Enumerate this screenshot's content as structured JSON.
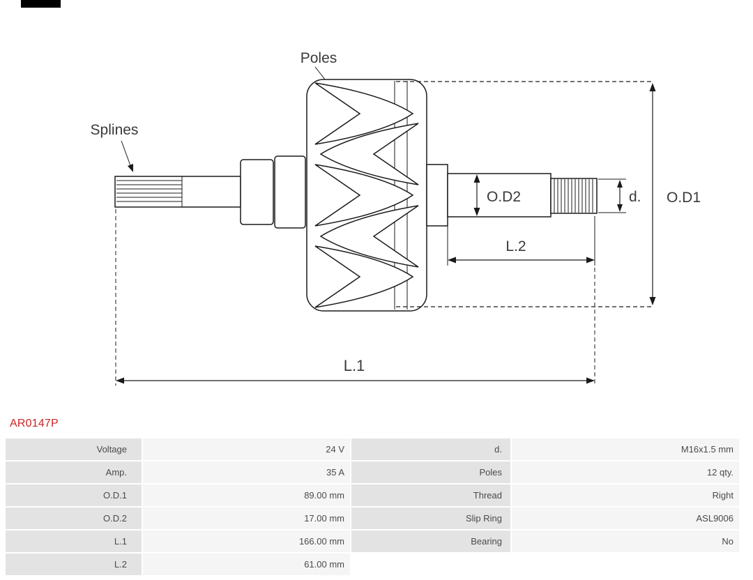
{
  "page": {
    "part_number": "AR0147P"
  },
  "diagram": {
    "labels": {
      "poles": "Poles",
      "splines": "Splines",
      "od2": "O.D2",
      "d": "d.",
      "od1": "O.D1",
      "l2": "L.2",
      "l1": "L.1"
    }
  },
  "table": {
    "rows": [
      {
        "label_left": "Voltage",
        "value_left": "24 V",
        "label_right": "d.",
        "value_right": "M16x1.5 mm"
      },
      {
        "label_left": "Amp.",
        "value_left": "35 A",
        "label_right": "Poles",
        "value_right": "12 qty."
      },
      {
        "label_left": "O.D.1",
        "value_left": "89.00 mm",
        "label_right": "Thread",
        "value_right": "Right"
      },
      {
        "label_left": "O.D.2",
        "value_left": "17.00 mm",
        "label_right": "Slip Ring",
        "value_right": "ASL9006"
      },
      {
        "label_left": "L.1",
        "value_left": "166.00 mm",
        "label_right": "Bearing",
        "value_right": "No"
      },
      {
        "label_left": "L.2",
        "value_left": "61.00 mm",
        "label_right": "",
        "value_right": ""
      }
    ]
  },
  "colors": {
    "part_number_red": "#cc2222",
    "label_cell_bg": "#e3e3e3",
    "value_cell_bg": "#f5f5f5",
    "drawing_stroke": "#1a1a1a"
  }
}
